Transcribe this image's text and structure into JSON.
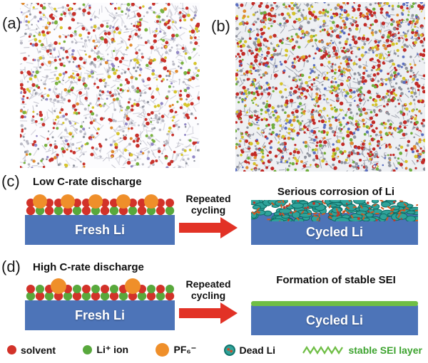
{
  "figure": {
    "panel_a_label": "(a)",
    "panel_b_label": "(b)",
    "panel_c": {
      "label": "(c)",
      "title": "Low C-rate discharge",
      "fresh_electrode": "Fresh Li",
      "arrow_label": "Repeated cycling",
      "result_title": "Serious corrosion of Li",
      "cycled_electrode": "Cycled Li"
    },
    "panel_d": {
      "label": "(d)",
      "title": "High C-rate discharge",
      "fresh_electrode": "Fresh Li",
      "arrow_label": "Repeated cycling",
      "result_title": "Formation of stable SEI",
      "cycled_electrode": "Cycled Li"
    },
    "legend": {
      "solvent": "solvent",
      "li_ion": "Li⁺ ion",
      "pf6": "PF₆⁻",
      "dead_li": "Dead Li",
      "sei": "stable SEI layer"
    },
    "colors": {
      "solvent": "#d23229",
      "li_ion": "#58a83c",
      "pf6": "#ef8f2a",
      "dead_li": "#2fa39a",
      "sei": "#6fbe45",
      "sei_text": "#3da32f",
      "electrode": "#4d74b8",
      "arrow": "#e23226"
    }
  }
}
